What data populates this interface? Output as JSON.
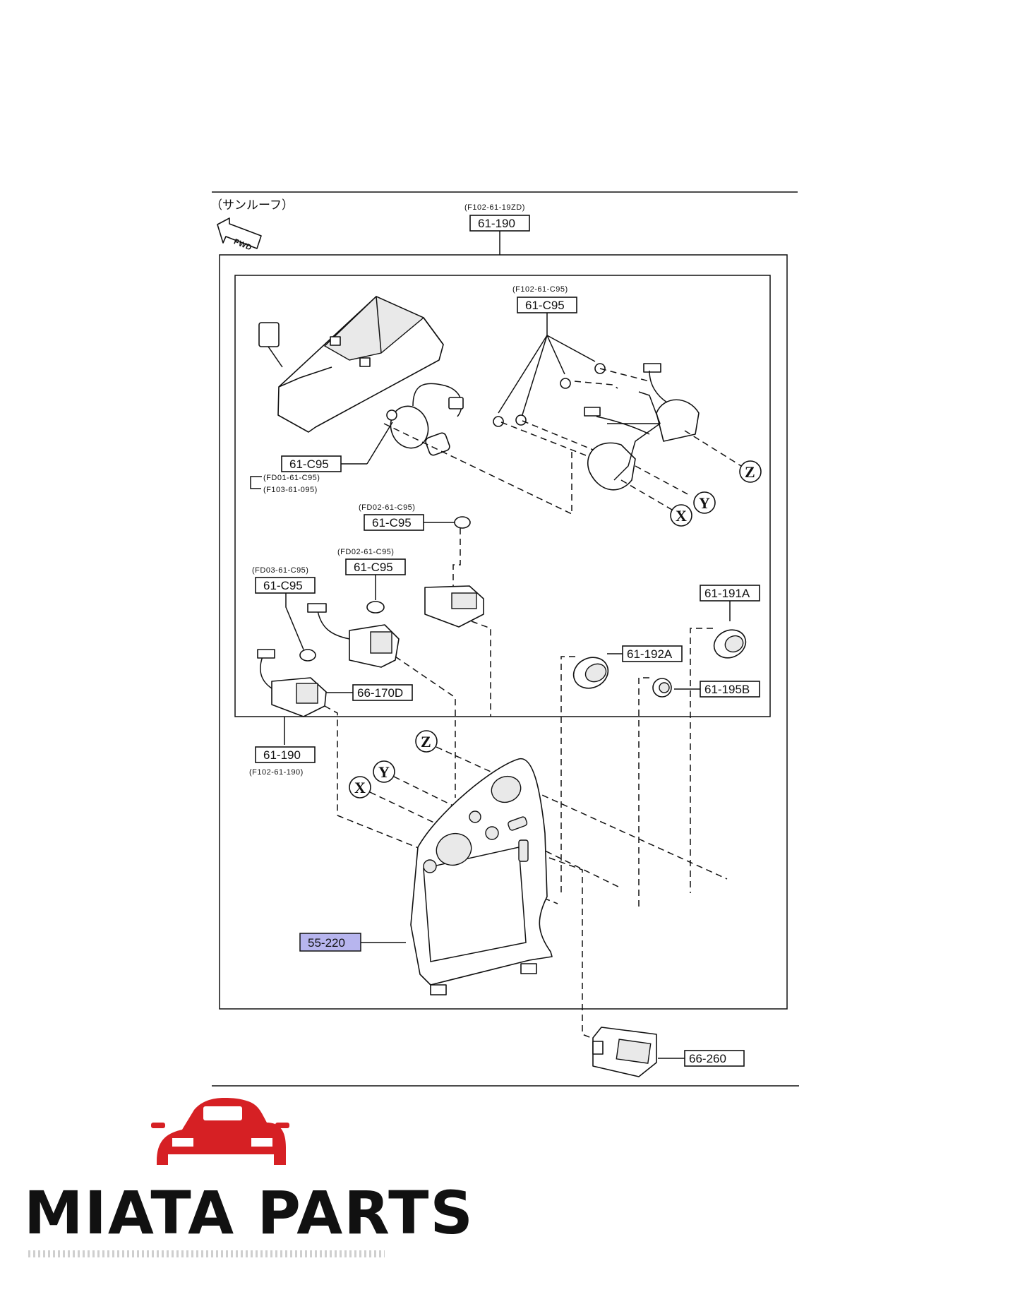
{
  "header": {
    "section_title": "（サンルーフ）",
    "fwd_label": "FWD"
  },
  "labels": {
    "top_main": {
      "code": "61-190",
      "sub": "(F102-61-19ZD)"
    },
    "top_right_harness": {
      "code": "61-C95",
      "sub": "(F102-61-C95)"
    },
    "left_harness": {
      "code": "61-C95",
      "sub1": "(FD01-61-C95)",
      "sub2": "(F103-61-095)"
    },
    "middle_harness": {
      "code": "61-C95",
      "sub": "(FD02-61-C95)"
    },
    "center_harness": {
      "code": "61-C95",
      "sub": "(FD02-61-C95)"
    },
    "left_small_harness": {
      "code": "61-C95",
      "sub": "(FD03-61-C95)"
    },
    "knob_a": {
      "code": "61-191A"
    },
    "knob_b": {
      "code": "61-192A"
    },
    "knob_c": {
      "code": "61-195B"
    },
    "switch_d": {
      "code": "66-170D"
    },
    "bottom_main": {
      "code": "61-190",
      "sub": "(F102-61-190)"
    },
    "panel": {
      "code": "55-220",
      "highlight_color": "#b7b5ee"
    },
    "switch_bottom": {
      "code": "66-260"
    }
  },
  "callouts": {
    "x": "X",
    "y": "Y",
    "z": "Z"
  },
  "brand": {
    "name": "MIATA PARTS",
    "logo_color": "#d62024"
  }
}
